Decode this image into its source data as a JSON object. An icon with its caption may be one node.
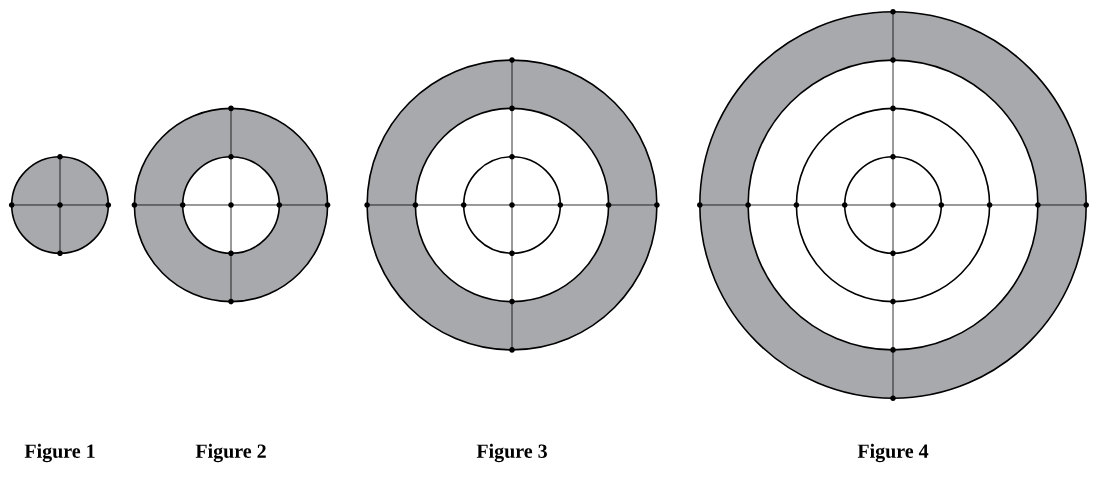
{
  "diagram": {
    "labels": [
      "Figure 1",
      "Figure 2",
      "Figure 3",
      "Figure 4"
    ]
  }
}
